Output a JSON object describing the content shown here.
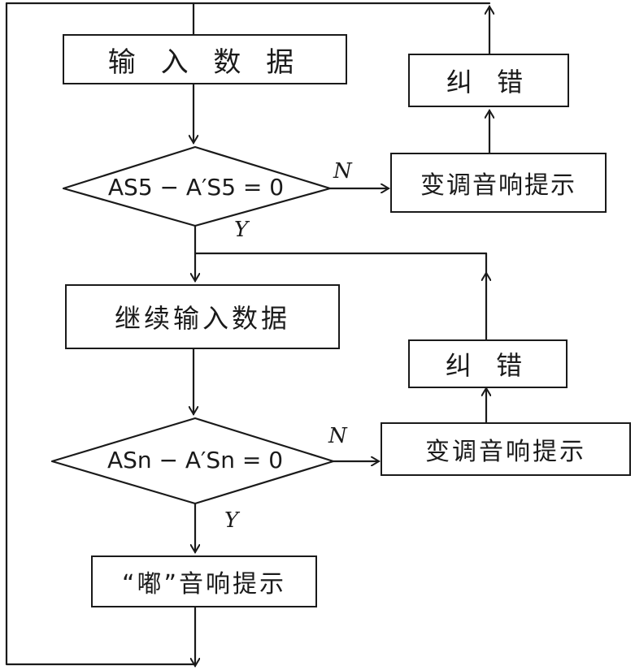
{
  "boxes": {
    "input_data": "输 入 数 据",
    "check1_no_prompt": "变调音响提示",
    "correct1": "纠 错",
    "continue_input": "继续输入数据",
    "check2_no_prompt": "变调音响提示",
    "correct2": "纠 错",
    "beep_prompt": "“嘟”音响提示"
  },
  "decisions": {
    "check1": "AS5 − A′S5 = 0",
    "check2": "ASn − A′Sn = 0"
  },
  "branch_labels": {
    "no": "N",
    "yes": "Y"
  },
  "colors": {
    "ink": "#1a1a1a",
    "paper": "#ffffff"
  }
}
